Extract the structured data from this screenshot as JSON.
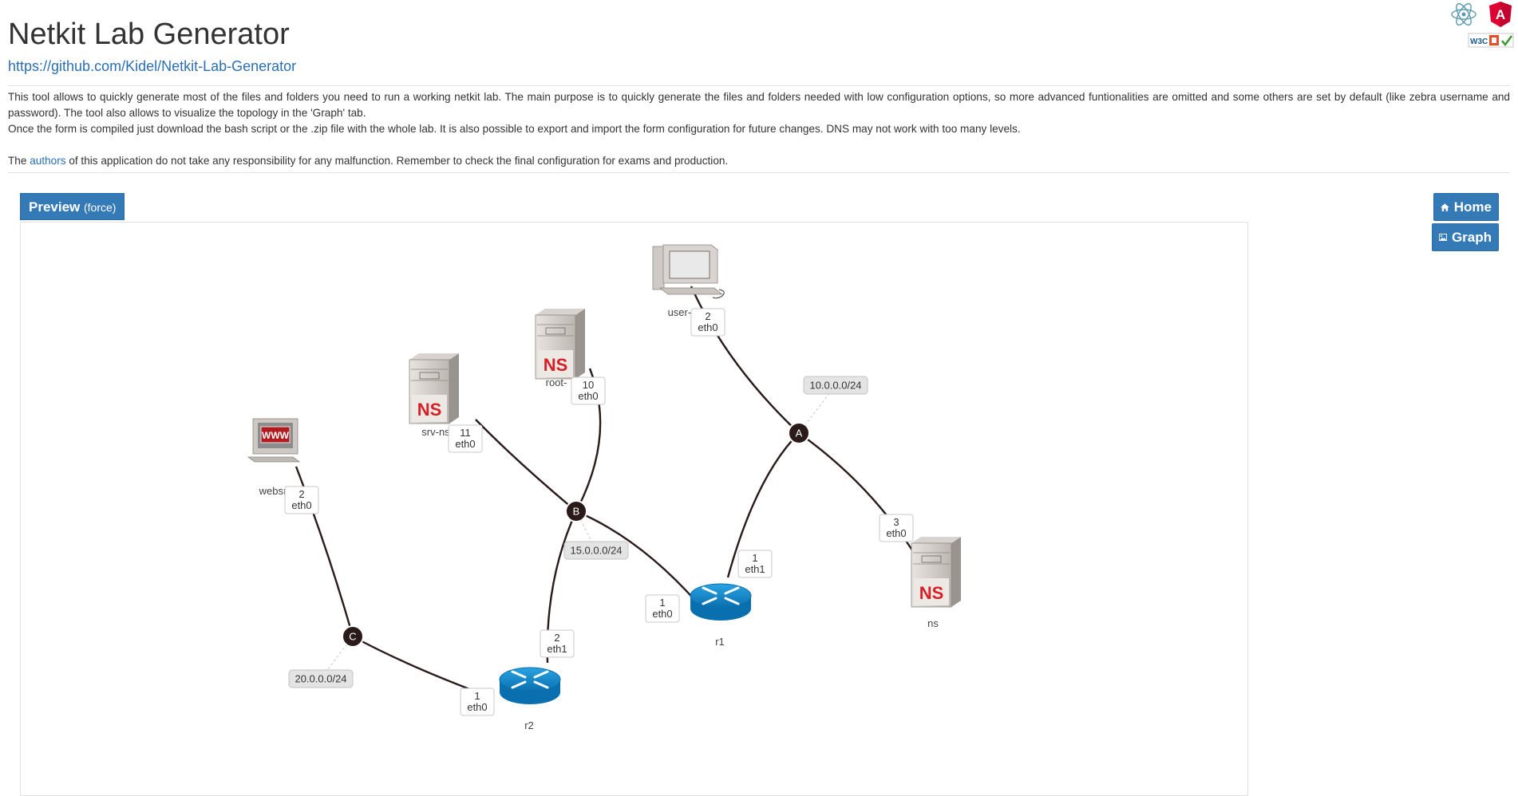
{
  "header": {
    "title": "Netkit Lab Generator",
    "repo_url": "https://github.com/Kidel/Netkit-Lab-Generator"
  },
  "intro": {
    "paragraph1": "This tool allows to quickly generate most of the files and folders you need to run a working netkit lab. The main purpose is to quickly generate the files and folders needed with low configuration options, so more advanced funtionalities are omitted and some others are set by default (like zebra username and password). The tool also allows to visualize the topology in the 'Graph' tab.",
    "paragraph2": "Once the form is compiled just download the bash script or the .zip file with the whole lab. It is also possible to export and import the form configuration for future changes. DNS may not work with too many levels.",
    "disclaimer_before": "The ",
    "disclaimer_link": "authors",
    "disclaimer_after": " of this application do not take any responsibility for any malfunction. Remember to check the final configuration for exams and production."
  },
  "badges": {
    "icons": [
      "electron-icon",
      "angular-icon",
      "w3c-html5-valid-icon"
    ],
    "angular_letter": "A",
    "w3c_text": "W3C"
  },
  "tabs": {
    "preview_label": "Preview",
    "preview_suffix": "(force)"
  },
  "side_nav": {
    "home_label": "Home",
    "home_icon": "home-icon",
    "graph_label": "Graph",
    "graph_icon": "image-icon"
  },
  "colors": {
    "primary": "#337ab7",
    "link": "#2a6fb5",
    "edge": "#2b1a1a",
    "router": "#1a8fd1",
    "ns_red": "#d62027"
  },
  "topology": {
    "hubs": [
      {
        "id": "A",
        "network": "10.0.0.0/24"
      },
      {
        "id": "B",
        "network": "15.0.0.0/24"
      },
      {
        "id": "C",
        "network": "20.0.0.0/24"
      }
    ],
    "nodes": [
      {
        "id": "user-pc",
        "label": "user-p",
        "kind": "pc",
        "icon": "pc-icon"
      },
      {
        "id": "root-ns",
        "label": "root-",
        "kind": "ns",
        "icon": "ns-server-icon",
        "badge": "NS"
      },
      {
        "id": "srv-ns",
        "label": "srv-ns",
        "kind": "ns",
        "icon": "ns-server-icon",
        "badge": "NS"
      },
      {
        "id": "webserver",
        "label": "websr",
        "kind": "www",
        "icon": "web-server-icon",
        "badge": "WWW"
      },
      {
        "id": "ns",
        "label": "ns",
        "kind": "ns",
        "icon": "ns-server-icon",
        "badge": "NS"
      },
      {
        "id": "r1",
        "label": "r1",
        "kind": "router",
        "icon": "router-icon"
      },
      {
        "id": "r2",
        "label": "r2",
        "kind": "router",
        "icon": "router-icon"
      }
    ],
    "links": [
      {
        "from": "user-pc",
        "to": "A",
        "num": "2",
        "iface": "eth0"
      },
      {
        "from": "ns",
        "to": "A",
        "num": "3",
        "iface": "eth0"
      },
      {
        "from": "r1",
        "to": "A",
        "num": "1",
        "iface": "eth1"
      },
      {
        "from": "root-ns",
        "to": "B",
        "num": "10",
        "iface": "eth0"
      },
      {
        "from": "srv-ns",
        "to": "B",
        "num": "11",
        "iface": "eth0"
      },
      {
        "from": "r1",
        "to": "B",
        "num": "1",
        "iface": "eth0"
      },
      {
        "from": "r2",
        "to": "B",
        "num": "2",
        "iface": "eth1"
      },
      {
        "from": "webserver",
        "to": "C",
        "num": "2",
        "iface": "eth0"
      },
      {
        "from": "r2",
        "to": "C",
        "num": "1",
        "iface": "eth0"
      }
    ]
  }
}
